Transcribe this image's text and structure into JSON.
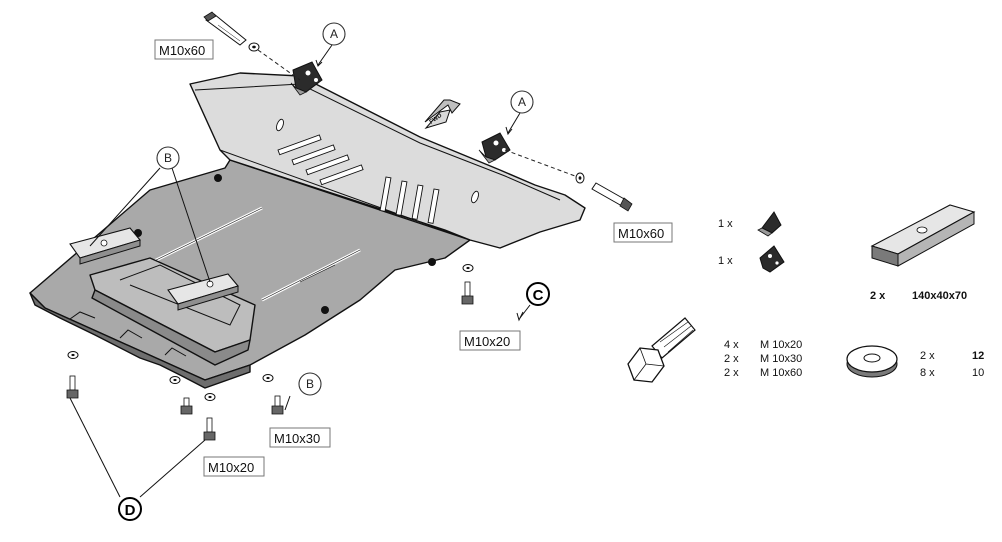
{
  "callouts": {
    "a_top": "A",
    "a_right": "A",
    "b_left": "B",
    "b_bottom": "B",
    "c": "C",
    "d": "D"
  },
  "bolt_labels": {
    "top_left": "M10x60",
    "right": "M10x60",
    "c_bolt": "M10x20",
    "bottom_center": "M10x20",
    "bottom_right": "M10x30"
  },
  "fwd_text": "FWD",
  "parts_legend": {
    "bracket_a_qty": "1 x",
    "bracket_b_qty": "1 x",
    "spacer_qty": "2 x",
    "spacer_size": "140x40x70",
    "bolts": [
      {
        "qty": "4 x",
        "size": "M 10x20"
      },
      {
        "qty": "2 x",
        "size": "M 10x30"
      },
      {
        "qty": "2 x",
        "size": "M 10x60"
      }
    ],
    "washers": [
      {
        "qty": "2 x",
        "size": "12"
      },
      {
        "qty": "8 x",
        "size": "10"
      }
    ]
  }
}
